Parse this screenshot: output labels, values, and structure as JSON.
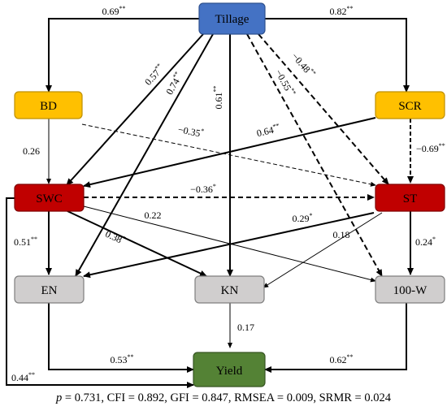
{
  "nodes": {
    "tillage": {
      "label": "Tillage",
      "color": "#4472C4"
    },
    "bd": {
      "label": "BD",
      "color": "#FFC000"
    },
    "scr": {
      "label": "SCR",
      "color": "#FFC000"
    },
    "swc": {
      "label": "SWC",
      "color": "#C00000"
    },
    "st": {
      "label": "ST",
      "color": "#C00000"
    },
    "en": {
      "label": "EN",
      "color": "#D0CECE"
    },
    "kn": {
      "label": "KN",
      "color": "#D0CECE"
    },
    "w100": {
      "label": "100-W",
      "color": "#D0CECE"
    },
    "yield": {
      "label": "Yield",
      "color": "#548235"
    }
  },
  "paths": {
    "tillage_bd": {
      "value": "0.69",
      "sig": "**"
    },
    "tillage_scr": {
      "value": "0.82",
      "sig": "**"
    },
    "tillage_swc": {
      "value": "0.57",
      "sig": "**"
    },
    "tillage_en": {
      "value": "0.74",
      "sig": "**"
    },
    "tillage_kn": {
      "value": "0.61",
      "sig": "**"
    },
    "tillage_st": {
      "value": "−0.48",
      "sig": "**"
    },
    "tillage_w100": {
      "value": "−0.55",
      "sig": "**"
    },
    "bd_swc": {
      "value": "0.26",
      "sig": ""
    },
    "bd_st": {
      "value": "−0.35",
      "sig": "*"
    },
    "scr_swc": {
      "value": "0.64",
      "sig": "**"
    },
    "scr_st": {
      "value": "−0.69",
      "sig": "**"
    },
    "swc_st": {
      "value": "−0.36",
      "sig": "*"
    },
    "swc_w100": {
      "value": "0.22",
      "sig": ""
    },
    "swc_en": {
      "value": "0.51",
      "sig": "**"
    },
    "swc_kn": {
      "value": "0.38",
      "sig": "*"
    },
    "st_en": {
      "value": "0.29",
      "sig": "*"
    },
    "st_kn": {
      "value": "0.18",
      "sig": ""
    },
    "st_w100": {
      "value": "0.24",
      "sig": "*"
    },
    "kn_yield": {
      "value": "0.17",
      "sig": ""
    },
    "en_yield": {
      "value": "0.53",
      "sig": "**"
    },
    "w100_yield": {
      "value": "0.62",
      "sig": "**"
    },
    "swc_yield": {
      "value": "0.44",
      "sig": "**"
    }
  },
  "fit": {
    "p_symbol": "p",
    "p_rest": " = 0.731, CFI = 0.892, GFI = 0.847, RMSEA = 0.009, SRMR = 0.024"
  }
}
